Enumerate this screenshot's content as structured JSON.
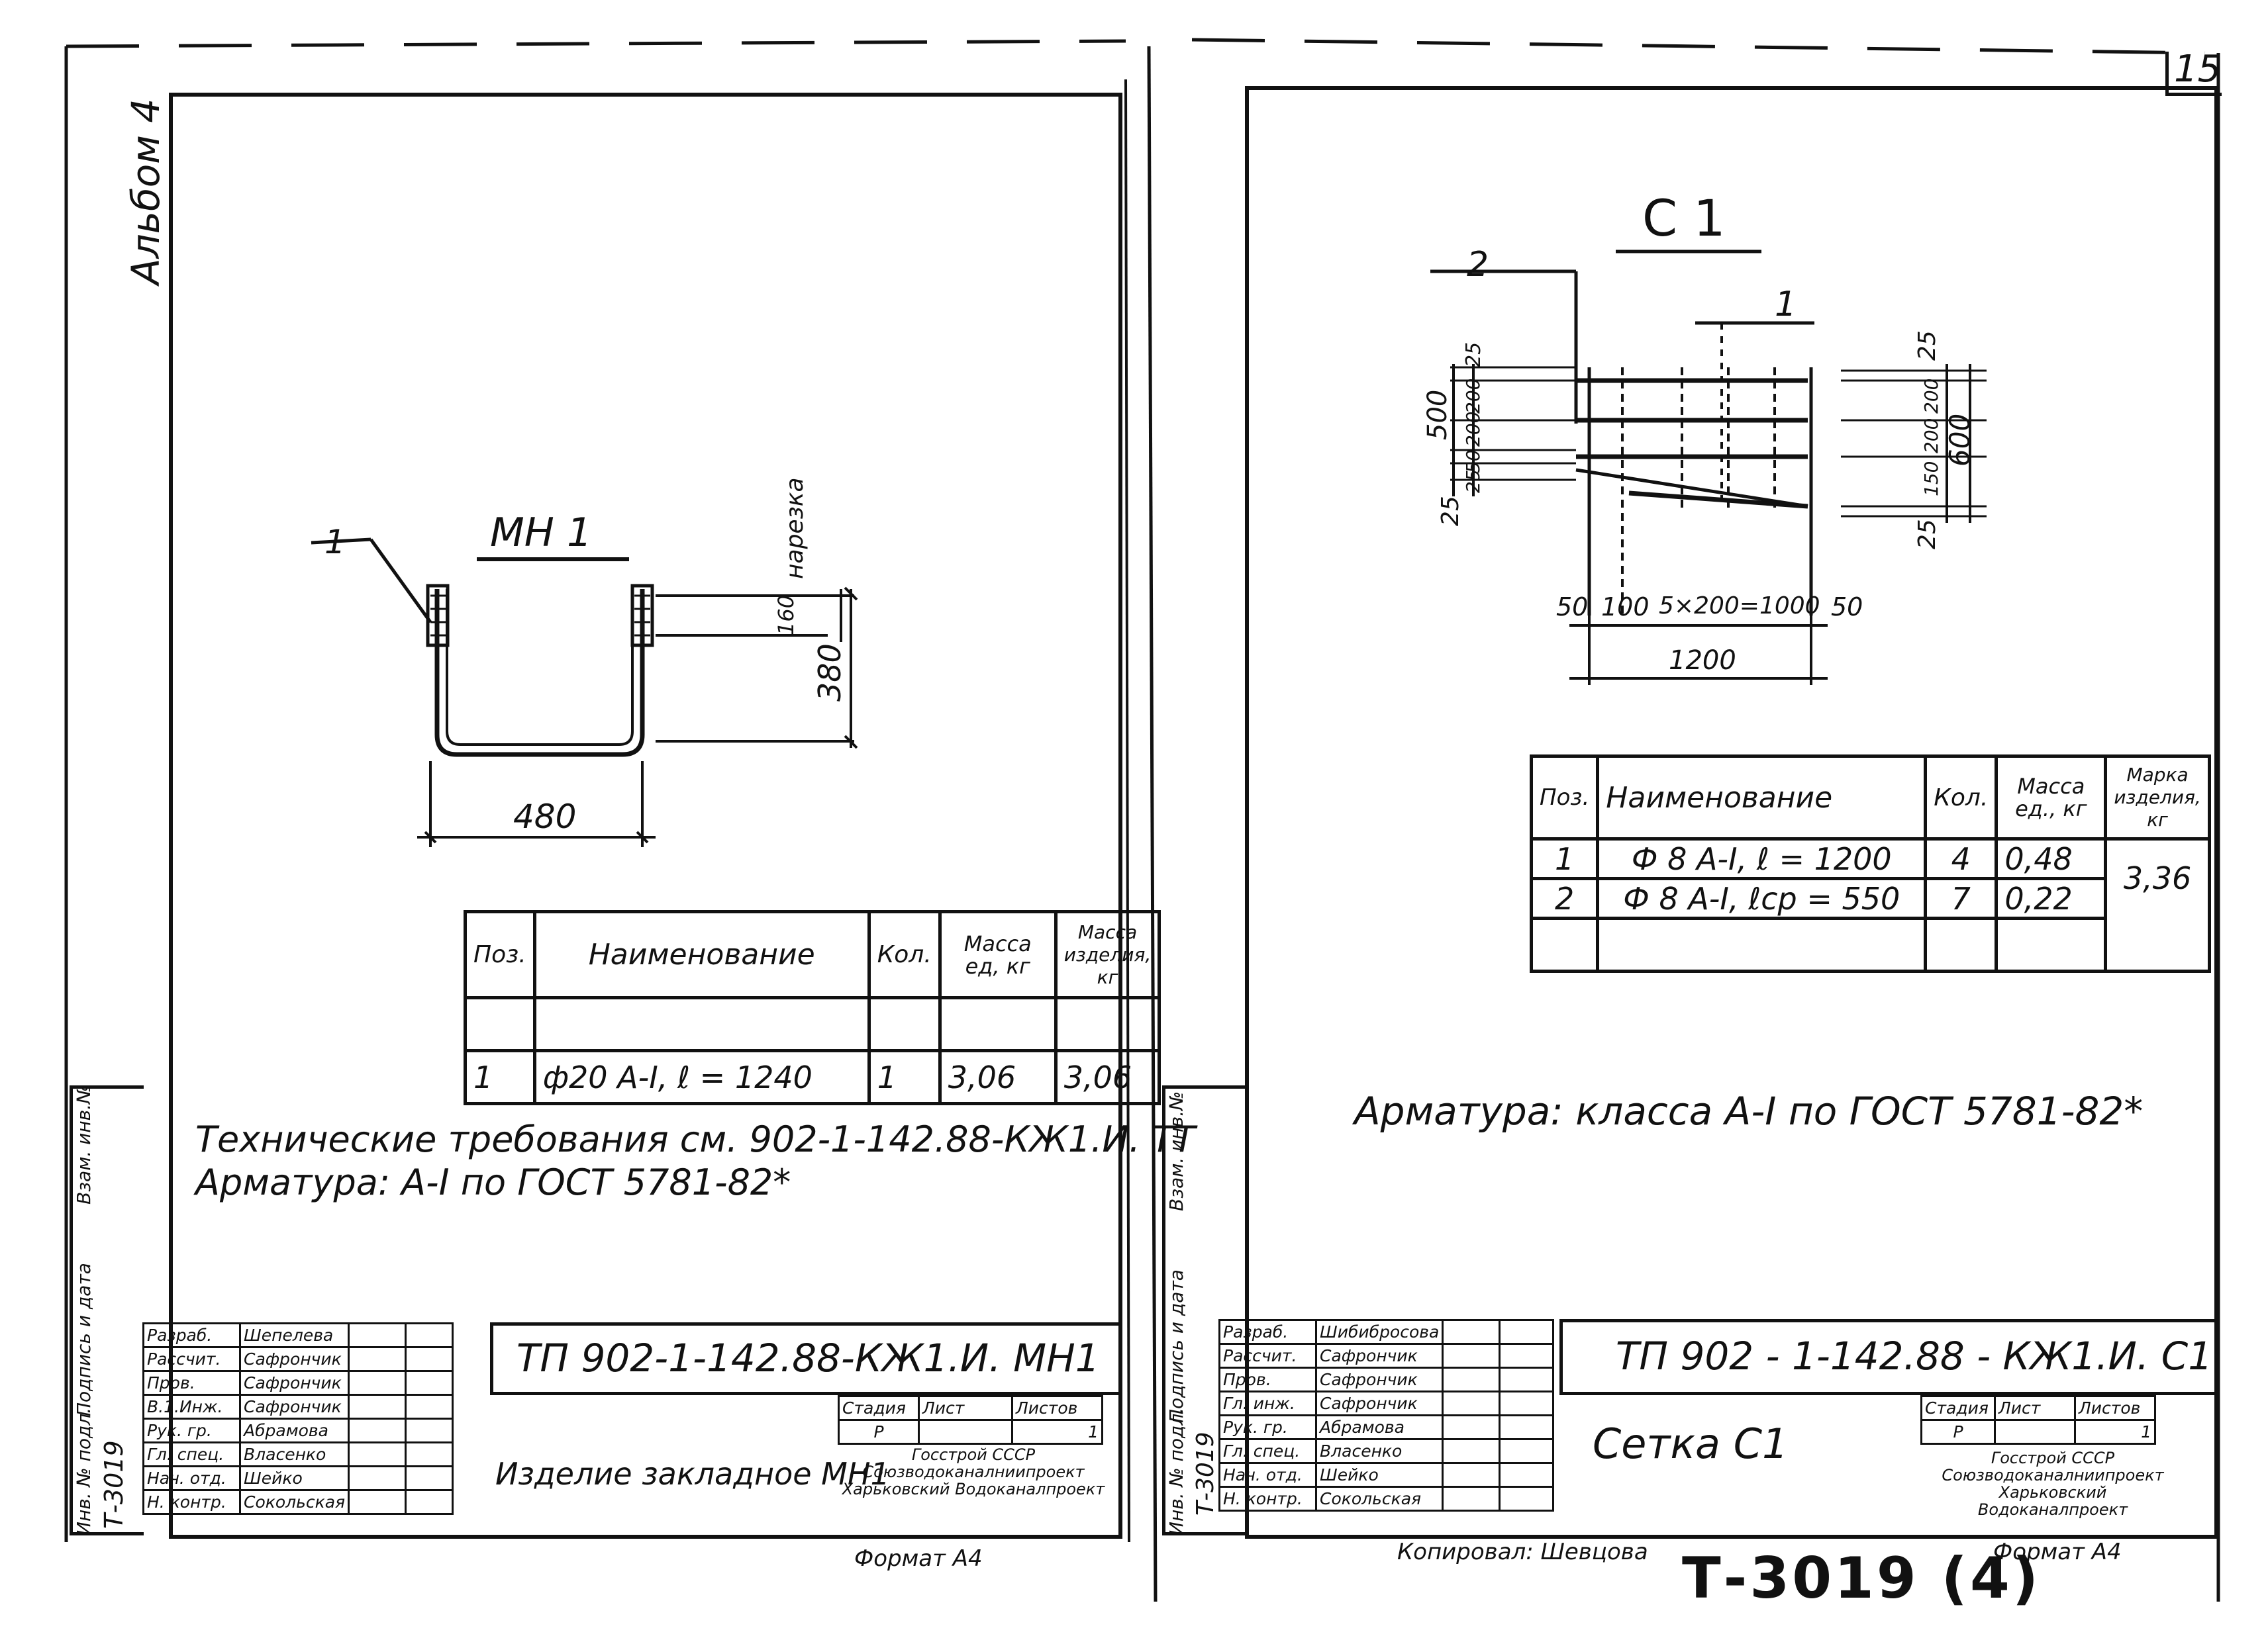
{
  "sheet_number": "15",
  "album_label": "Альбом 4",
  "left": {
    "item_title": "МН 1",
    "callout_1": "1",
    "dim_cut": "нарезка",
    "dim_160": "160",
    "dim_380": "380",
    "dim_480": "480",
    "spec": {
      "headers": [
        "Поз.",
        "Наименование",
        "Кол.",
        "Масса ед, кг",
        "Масса изделия, кг"
      ],
      "rows": [
        [
          "",
          "",
          "",
          "",
          ""
        ],
        [
          "1",
          "ф20 А-I, ℓ = 1240",
          "1",
          "3,06",
          "3,06"
        ]
      ]
    },
    "note_1": "Технические требования см. 902-1-142.88-КЖ1.И. ТТ",
    "note_2": "Арматура: А-I по ГОСТ 5781-82*",
    "side_labels": [
      "Инв. № подл.",
      "Подпись и дата",
      "Взам. инв.№"
    ],
    "inv_number": "Т-3019",
    "title_block": {
      "code": "ТП 902-1-142.88-КЖ1.И. МН1",
      "name": "Изделие закладное МН1",
      "roles": [
        "Разраб.",
        "Рассчит.",
        "Пров.",
        "В.1.Инж.",
        "Рук. гр.",
        "Гл. спец.",
        "Нач. отд.",
        "Н. контр."
      ],
      "people": [
        "Шепелева",
        "Сафрончик",
        "Сафрончик",
        "Сафрончик",
        "Абрамова",
        "Власенко",
        "Шейко",
        "Сокольская"
      ],
      "stage_header": "Стадия",
      "sheet_header": "Лист",
      "sheets_header": "Листов",
      "stage": "Р",
      "sheets": "1",
      "org": "Госстрой СССР Союзводоканалниипроект Харьковский Водоканалпроект"
    },
    "format": "Формат А4"
  },
  "right": {
    "item_title": "С 1",
    "callout_1": "1",
    "callout_2": "2",
    "dims_left": [
      "500",
      "25",
      "200",
      "200",
      "50",
      "25",
      "25"
    ],
    "dims_right": [
      "25",
      "200",
      "200",
      "150",
      "25",
      "600"
    ],
    "dims_bottom": [
      "50",
      "100",
      "5×200=1000",
      "50"
    ],
    "dim_total": "1200",
    "spec": {
      "headers": [
        "Поз.",
        "Наименование",
        "Кол.",
        "Масса ед., кг",
        "Марка изделия, кг"
      ],
      "rows": [
        [
          "1",
          "Ф 8 А-I, ℓ = 1200",
          "4",
          "0,48"
        ],
        [
          "2",
          "Ф 8 А-I, ℓср = 550",
          "7",
          "0,22"
        ],
        [
          "",
          "",
          "",
          ""
        ]
      ],
      "total": "3,36"
    },
    "note": "Арматура: класса А-I по ГОСТ 5781-82*",
    "side_labels": [
      "Инв. № подл.",
      "Подпись и дата",
      "Взам. инв.№"
    ],
    "inv_number": "Т-3019",
    "title_block": {
      "code": "ТП 902 - 1-142.88 - КЖ1.И. С1",
      "name": "Сетка С1",
      "roles": [
        "Разраб.",
        "Рассчит.",
        "Пров.",
        "Гл. инж.",
        "Рук. гр.",
        "Гл. спец.",
        "Нач. отд.",
        "Н. контр."
      ],
      "people": [
        "Шибибросова",
        "Сафрончик",
        "Сафрончик",
        "Сафрончик",
        "Абрамова",
        "Власенко",
        "Шейко",
        "Сокольская"
      ],
      "stage_header": "Стадия",
      "sheet_header": "Лист",
      "sheets_header": "Листов",
      "stage": "Р",
      "sheets": "1",
      "org": "Госстрой СССР Союзводоканалниипроект Харьковский Водоканалпроект"
    },
    "copied_by": "Копировал: Шевцова",
    "stamp": "Т-3019 (4)",
    "format": "Формат А4"
  }
}
